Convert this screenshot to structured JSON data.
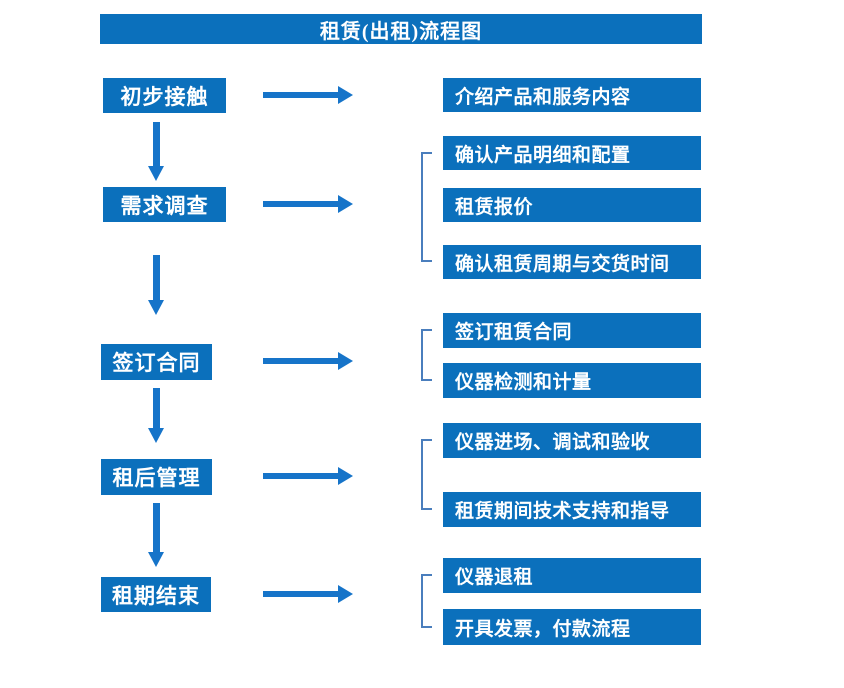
{
  "title": "租赁(出租)流程图",
  "colors": {
    "box_blue": "#0B70BC",
    "arrow_blue": "#1674C9",
    "bracket_blue": "#4A7EBD",
    "text_white": "#FFFFFF",
    "background": "#FFFFFF"
  },
  "flow": {
    "steps": [
      {
        "label": "初步接触"
      },
      {
        "label": "需求调查"
      },
      {
        "label": "签订合同"
      },
      {
        "label": "租后管理"
      },
      {
        "label": "租期结束"
      }
    ],
    "details": [
      {
        "label": "介绍产品和服务内容"
      },
      {
        "label": "确认产品明细和配置"
      },
      {
        "label": "租赁报价"
      },
      {
        "label": "确认租赁周期与交货时间"
      },
      {
        "label": "签订租赁合同"
      },
      {
        "label": "仪器检测和计量"
      },
      {
        "label": "仪器进场、调试和验收"
      },
      {
        "label": "租赁期间技术支持和指导"
      },
      {
        "label": "仪器退租"
      },
      {
        "label": "开具发票，付款流程"
      }
    ]
  }
}
